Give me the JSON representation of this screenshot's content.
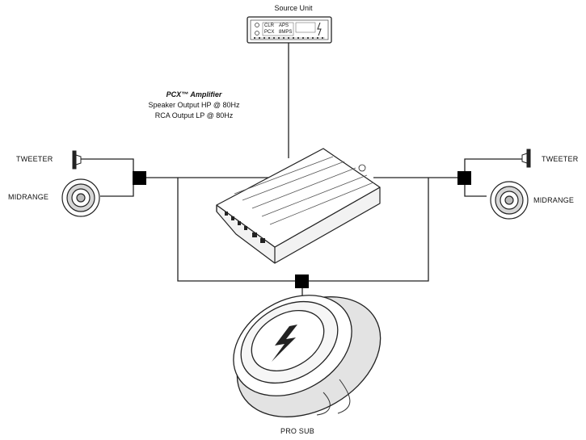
{
  "source_unit": {
    "label": "Source Unit",
    "display_line1": "CLR",
    "display_line2": "PCX",
    "display_tag1": "APS",
    "display_tag2": "8MPS"
  },
  "amplifier": {
    "title": "PCX™ Amplifier",
    "spec_line1": "Speaker Output HP @ 80Hz",
    "spec_line2": "RCA Output LP @ 80Hz"
  },
  "left_channel": {
    "tweeter_label": "TWEETER",
    "midrange_label": "MIDRANGE"
  },
  "right_channel": {
    "tweeter_label": "TWEETER",
    "midrange_label": "MIDRANGE"
  },
  "subwoofer": {
    "label": "PRO SUB"
  },
  "colors": {
    "line": "#222222",
    "node": "#000000",
    "fill": "#ffffff",
    "shade": "#cfcfcf"
  }
}
